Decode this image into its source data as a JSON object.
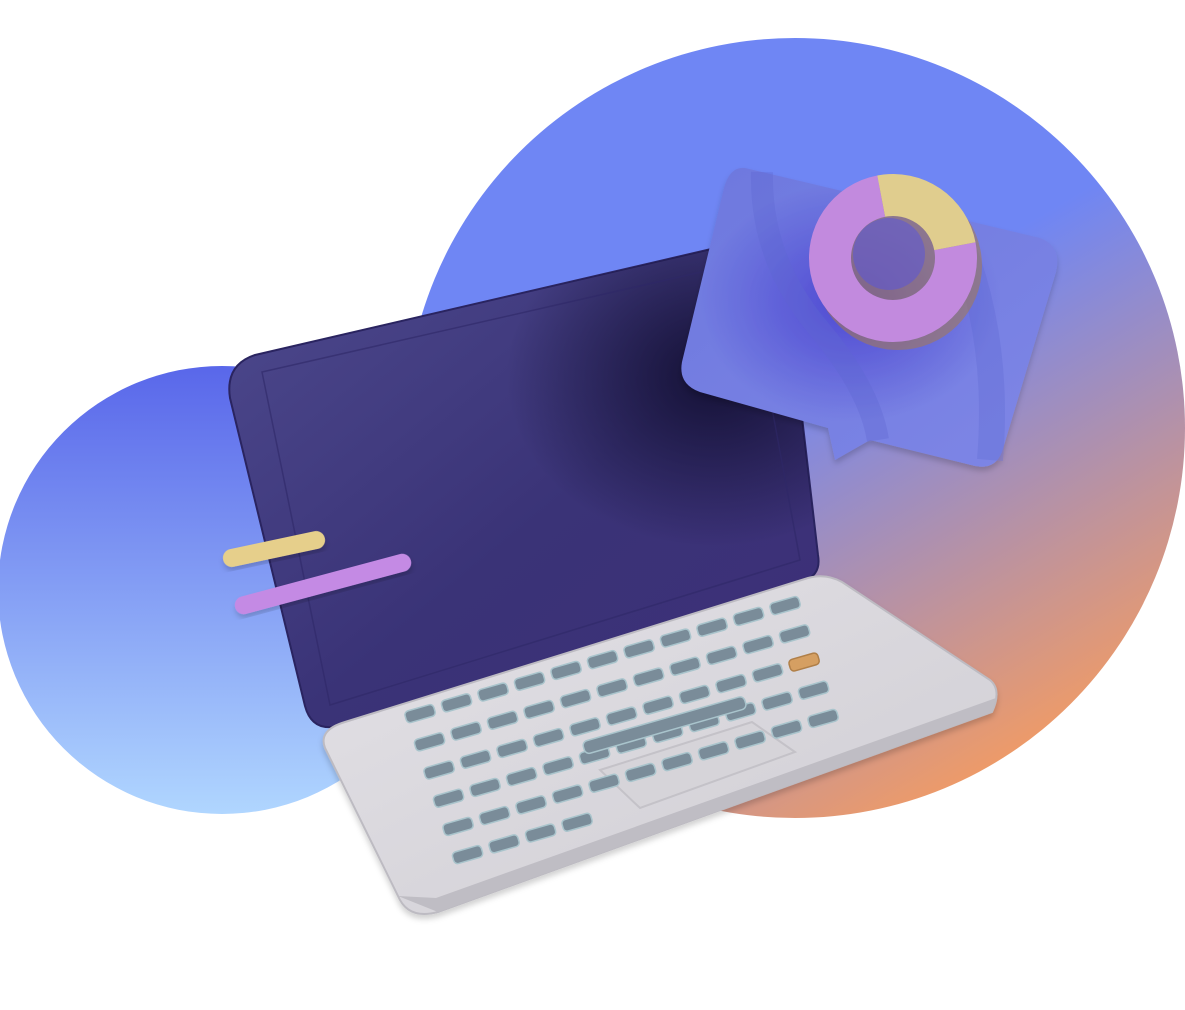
{
  "illustration": {
    "subject": "laptop-with-chart-bubble",
    "icons": [
      "laptop-icon",
      "speech-bubble-icon",
      "donut-chart-icon",
      "yellow-bar-icon",
      "purple-bar-icon",
      "backdrop-circle-blue",
      "backdrop-circle-gradient"
    ]
  },
  "colors": {
    "background": "#ffffff",
    "blue_circle_top": "#5967ea",
    "blue_circle_bottom": "#b0d6ff",
    "big_circle_blue": "#6f86f4",
    "big_circle_orange": "#fb9d5a",
    "screen": "#3b3176",
    "laptop_body": "#d9d7dc",
    "key": "#7a8c99",
    "key_accent": "#d59f62",
    "bubble": "#7179dd",
    "donut_purple": "#c28ade",
    "donut_yellow": "#e0cd8e",
    "bar_yellow": "#e6cf8b",
    "bar_purple": "#c48ae4"
  },
  "chart_data": {
    "type": "pie",
    "slices": [
      {
        "value": 0.75,
        "color": "#c28ade"
      },
      {
        "value": 0.25,
        "color": "#e0cd8e"
      }
    ]
  }
}
